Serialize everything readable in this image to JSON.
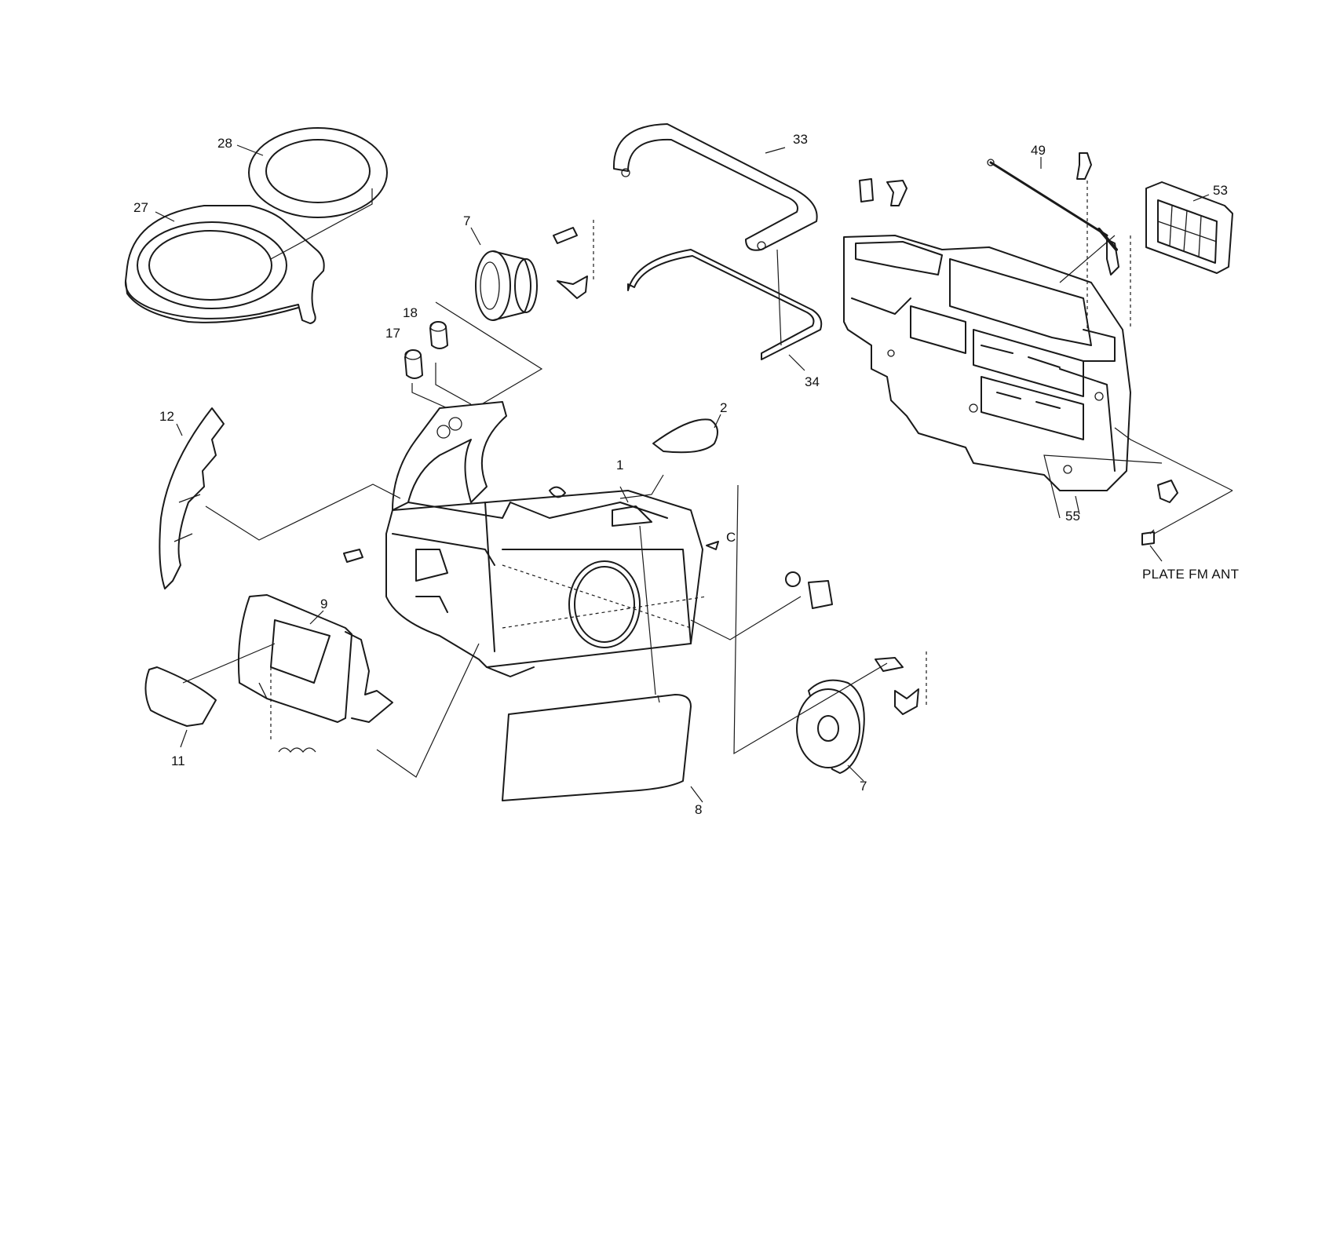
{
  "diagram": {
    "callouts": [
      {
        "id": "c28",
        "text": "28"
      },
      {
        "id": "c27",
        "text": "27"
      },
      {
        "id": "c7a",
        "text": "7"
      },
      {
        "id": "c18",
        "text": "18"
      },
      {
        "id": "c17",
        "text": "17"
      },
      {
        "id": "c33",
        "text": "33"
      },
      {
        "id": "c34",
        "text": "34"
      },
      {
        "id": "c49",
        "text": "49"
      },
      {
        "id": "c53",
        "text": "53"
      },
      {
        "id": "c55",
        "text": "55"
      },
      {
        "id": "c12",
        "text": "12"
      },
      {
        "id": "c2",
        "text": "2"
      },
      {
        "id": "c1",
        "text": "1"
      },
      {
        "id": "cC",
        "text": "C"
      },
      {
        "id": "c9",
        "text": "9"
      },
      {
        "id": "c11",
        "text": "11"
      },
      {
        "id": "c8",
        "text": "8"
      },
      {
        "id": "c7b",
        "text": "7"
      },
      {
        "id": "cPlate",
        "text": "PLATE FM ANT"
      }
    ]
  }
}
